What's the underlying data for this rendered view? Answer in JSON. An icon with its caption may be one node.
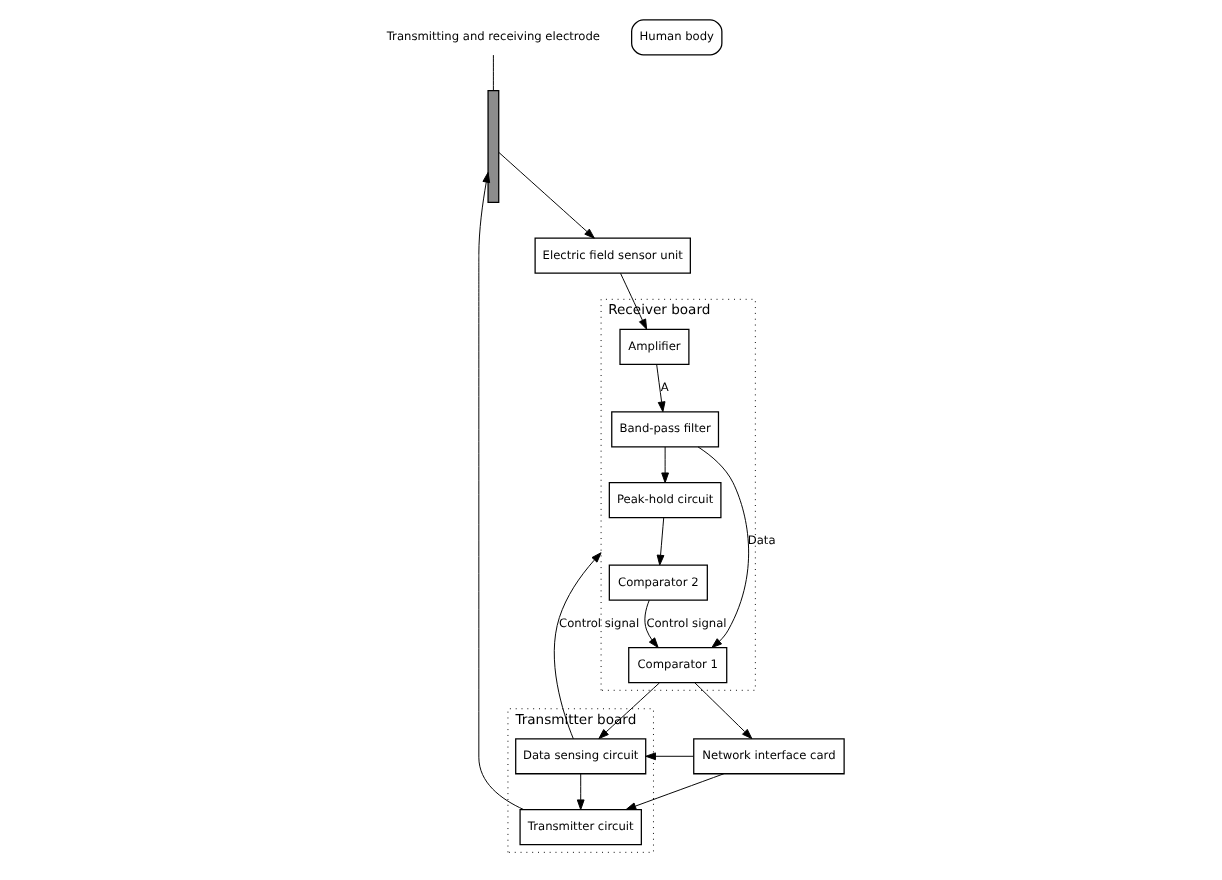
{
  "diagram": {
    "nodes": [
      {
        "text": [
          "Network interface card"
        ]
      },
      {
        "text": [
          "Transmitter board"
        ]
      },
      {
        "text": [
          "Transmitter circuit"
        ],
        "in": 1
      },
      {
        "text": [
          "Data sensing circuit"
        ],
        "in": 1
      },
      {
        "text": [
          "Transmitting and receiving electrode"
        ]
      },
      {
        "text": [],
        "shape": "bar"
      },
      {
        "text": [
          "Human body"
        ]
      },
      {
        "text": [
          "Electric field sensor unit"
        ]
      },
      {
        "text": [
          "Receiver board"
        ]
      },
      {
        "text": [
          "Comparator 1"
        ],
        "in": 8
      },
      {
        "text": [
          "Amplifier"
        ],
        "in": 8
      },
      {
        "text": [
          "Comparator 2"
        ],
        "in": 8
      },
      {
        "text": [
          "Peak-hold circuit"
        ],
        "in": 8
      },
      {
        "text": [
          "Band-pass filter"
        ],
        "in": 8
      }
    ],
    "edges": [
      {
        "from": 0,
        "to": 2,
        "arrow": "to"
      },
      {
        "from": 0,
        "to": 3,
        "arrow": "to"
      },
      {
        "from": 3,
        "to": 2,
        "arrow": "to"
      },
      {
        "from": 2,
        "to": 5,
        "arrow": "to"
      },
      {
        "from": 3,
        "to": 8,
        "arrow": "to",
        "label": "Control signal"
      },
      {
        "from": 4,
        "to": 5,
        "arrow": "none"
      },
      {
        "from": 5,
        "to": 7,
        "arrow": "to"
      },
      {
        "from": 7,
        "to": 10,
        "arrow": "to"
      },
      {
        "from": 10,
        "to": 13,
        "arrow": "to",
        "label": "A"
      },
      {
        "from": 13,
        "to": 12,
        "arrow": "to"
      },
      {
        "from": 13,
        "to": 9,
        "arrow": "to",
        "label": "Data"
      },
      {
        "from": 12,
        "to": 11,
        "arrow": "to"
      },
      {
        "from": 11,
        "to": 9,
        "arrow": "to",
        "label": "Control signal"
      },
      {
        "from": 9,
        "to": 0,
        "arrow": "to"
      },
      {
        "from": 9,
        "to": 3,
        "arrow": "to"
      }
    ]
  }
}
